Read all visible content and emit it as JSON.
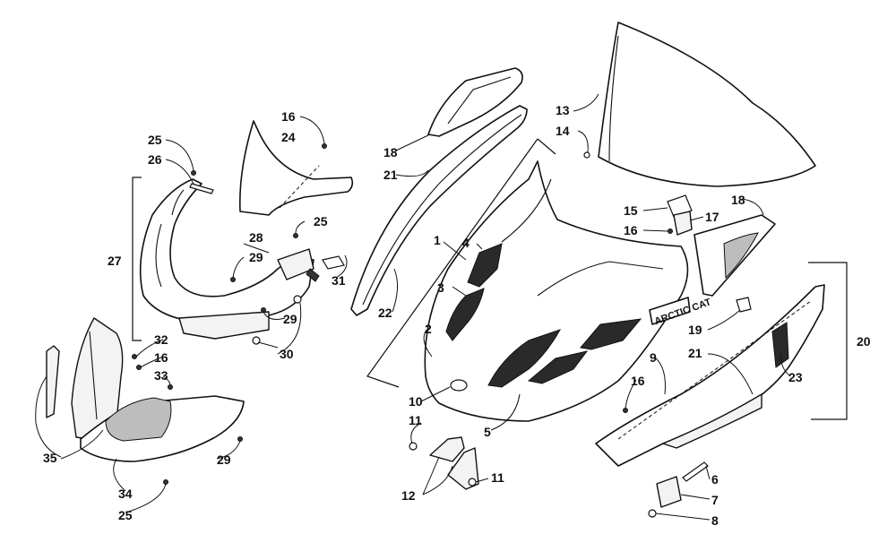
{
  "callouts": [
    "1",
    "2",
    "3",
    "4",
    "5",
    "6",
    "7",
    "8",
    "9",
    "10",
    "11",
    "11",
    "12",
    "13",
    "14",
    "15",
    "16",
    "16",
    "16",
    "16",
    "17",
    "18",
    "18",
    "19",
    "20",
    "21",
    "21",
    "22",
    "23",
    "24",
    "25",
    "25",
    "25",
    "26",
    "27",
    "28",
    "29",
    "29",
    "29",
    "29",
    "30",
    "31",
    "32",
    "33",
    "34",
    "35"
  ],
  "logo_text": "ARCTIC CAT"
}
